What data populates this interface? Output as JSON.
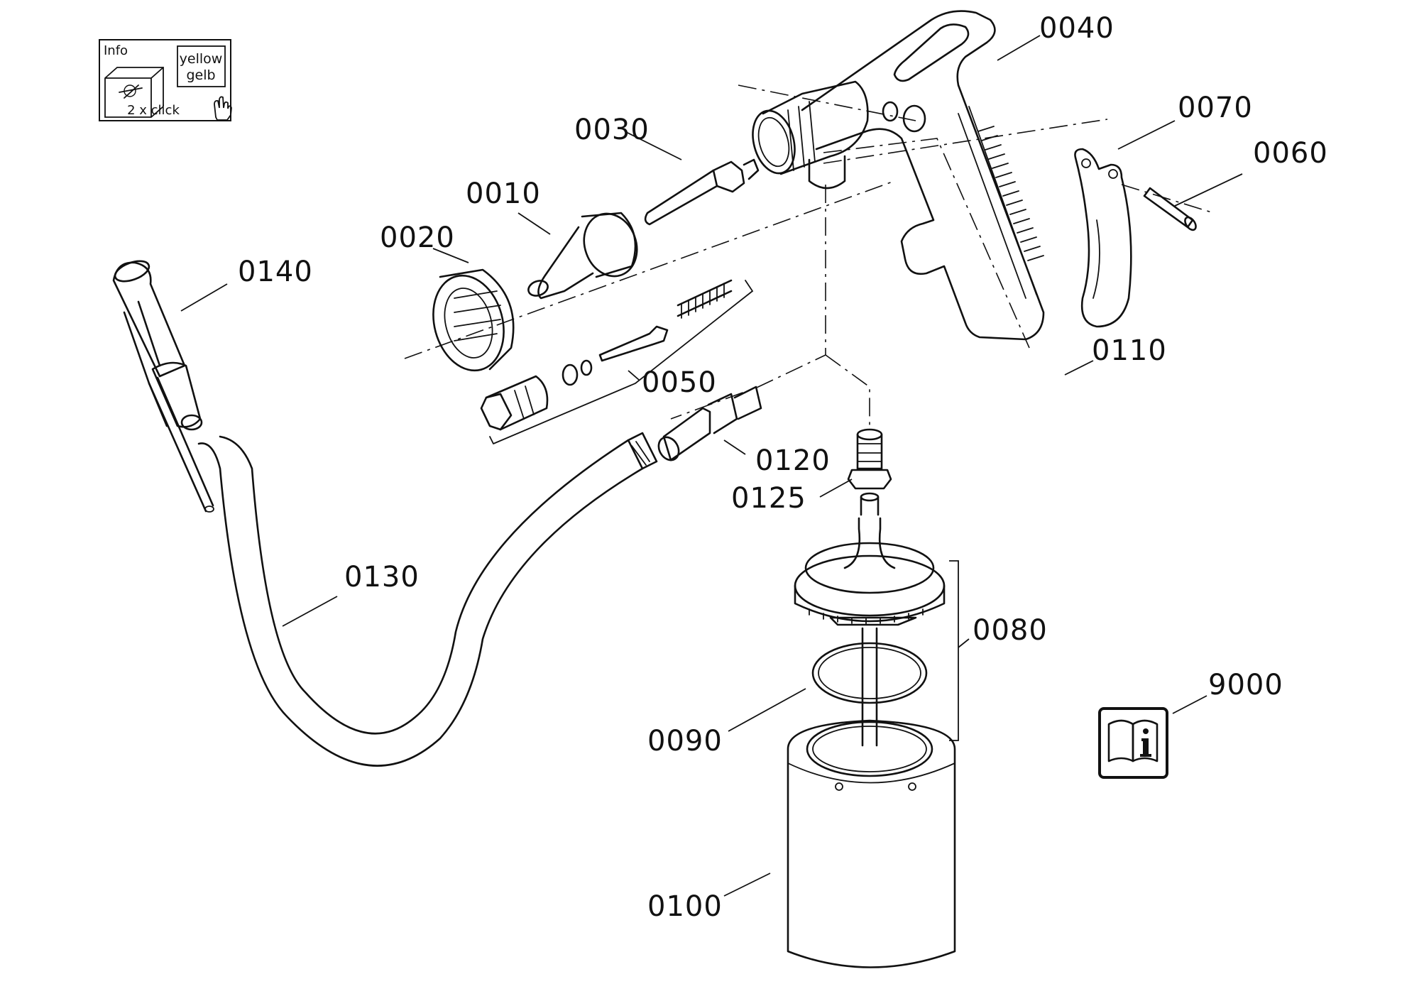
{
  "info_box": {
    "title": "Info",
    "swatch_line1": "yellow",
    "swatch_line2": "gelb",
    "hint": "2 x click",
    "icon": "hand-pointer-icon"
  },
  "manual_icon": "book-info-icon",
  "parts": [
    {
      "id": "p0010",
      "label": "0010"
    },
    {
      "id": "p0020",
      "label": "0020"
    },
    {
      "id": "p0030",
      "label": "0030"
    },
    {
      "id": "p0040",
      "label": "0040"
    },
    {
      "id": "p0050",
      "label": "0050"
    },
    {
      "id": "p0060",
      "label": "0060"
    },
    {
      "id": "p0070",
      "label": "0070"
    },
    {
      "id": "p0080",
      "label": "0080"
    },
    {
      "id": "p0090",
      "label": "0090"
    },
    {
      "id": "p0100",
      "label": "0100"
    },
    {
      "id": "p0110",
      "label": "0110"
    },
    {
      "id": "p0120",
      "label": "0120"
    },
    {
      "id": "p0125",
      "label": "0125"
    },
    {
      "id": "p0130",
      "label": "0130"
    },
    {
      "id": "p0140",
      "label": "0140"
    },
    {
      "id": "p9000",
      "label": "9000"
    }
  ]
}
